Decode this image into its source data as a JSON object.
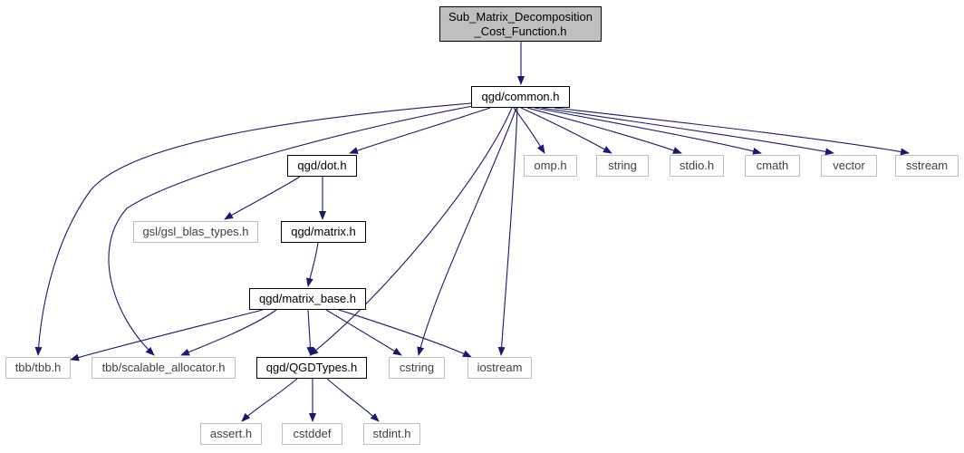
{
  "colors": {
    "edge": "#191970",
    "root_fill": "#bfbfbf",
    "internal_border": "#000000",
    "external_border": "#bfbfbf"
  },
  "nodes": {
    "root": "Sub_Matrix_Decomposition\n_Cost_Function.h",
    "common": "qgd/common.h",
    "dot": "qgd/dot.h",
    "omp": "omp.h",
    "string": "string",
    "stdio": "stdio.h",
    "cmath": "cmath",
    "vector": "vector",
    "sstream": "sstream",
    "gsl": "gsl/gsl_blas_types.h",
    "matrix": "qgd/matrix.h",
    "mbase": "qgd/matrix_base.h",
    "tbb": "tbb/tbb.h",
    "scal": "tbb/scalable_allocator.h",
    "qgdtypes": "qgd/QGDTypes.h",
    "cstring": "cstring",
    "iostream": "iostream",
    "assert": "assert.h",
    "cstddef": "cstddef",
    "stdint": "stdint.h"
  },
  "edges": [
    [
      "root",
      "common"
    ],
    [
      "common",
      "dot"
    ],
    [
      "common",
      "omp"
    ],
    [
      "common",
      "string"
    ],
    [
      "common",
      "stdio"
    ],
    [
      "common",
      "cmath"
    ],
    [
      "common",
      "vector"
    ],
    [
      "common",
      "sstream"
    ],
    [
      "common",
      "tbb"
    ],
    [
      "common",
      "scal"
    ],
    [
      "common",
      "qgdtypes"
    ],
    [
      "common",
      "cstring"
    ],
    [
      "common",
      "iostream"
    ],
    [
      "dot",
      "gsl"
    ],
    [
      "dot",
      "matrix"
    ],
    [
      "matrix",
      "mbase"
    ],
    [
      "mbase",
      "tbb"
    ],
    [
      "mbase",
      "scal"
    ],
    [
      "mbase",
      "qgdtypes"
    ],
    [
      "mbase",
      "cstring"
    ],
    [
      "mbase",
      "iostream"
    ],
    [
      "qgdtypes",
      "assert"
    ],
    [
      "qgdtypes",
      "cstddef"
    ],
    [
      "qgdtypes",
      "stdint"
    ]
  ]
}
